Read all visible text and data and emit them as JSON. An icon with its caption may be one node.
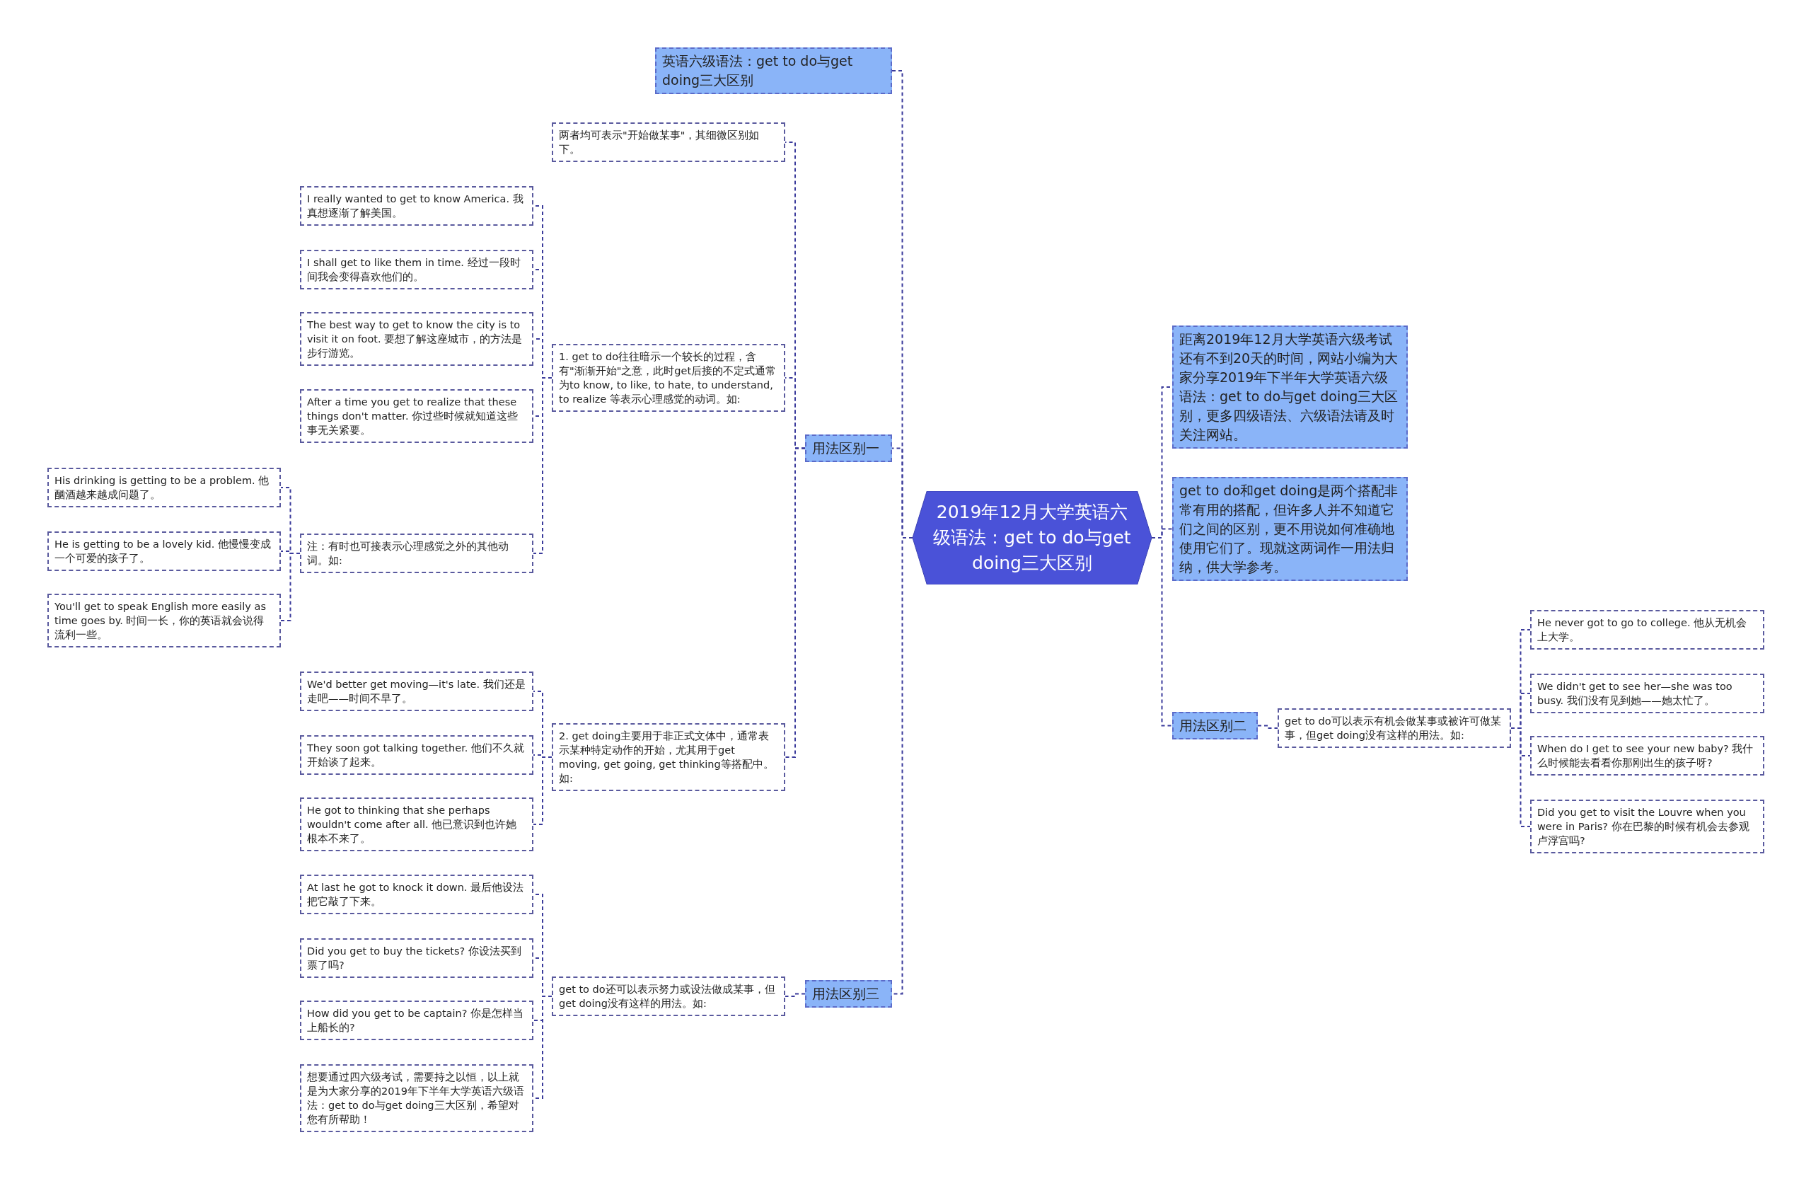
{
  "diagram": {
    "nodes": [
      {
        "text": [
          "2019年12月大学英语六级语法：get to do与get doing三大区别"
        ]
      },
      {
        "text": [
          "英语六级语法：get to do与get doing三大区别"
        ]
      },
      {
        "text": [
          "用法区别一"
        ]
      },
      {
        "text": [
          "两者均可表示\"开始做某事\"，其细微区别如下。"
        ]
      },
      {
        "text": [
          "1. get to do往往暗示一个较长的过程，含有\"渐渐开始\"之意，此时get后接的不定式通常为to know, to like, to hate, to understand, to realize 等表示心理感觉的动词。如:"
        ]
      },
      {
        "text": [
          "I really wanted to get to know America. 我真想逐渐了解美国。"
        ]
      },
      {
        "text": [
          "I shall get to like them in time. 经过一段时间我会变得喜欢他们的。"
        ]
      },
      {
        "text": [
          "The best way to get to know the city is to visit it on foot. 要想了解这座城市，的方法是步行游览。"
        ]
      },
      {
        "text": [
          "After a time you get to realize that these things don't matter. 你过些时候就知道这些事无关紧要。"
        ]
      },
      {
        "text": [
          "注：有时也可接表示心理感觉之外的其他动词。如:"
        ]
      },
      {
        "text": [
          "His drinking is getting to be a problem. 他酗酒越来越成问题了。"
        ]
      },
      {
        "text": [
          "He is getting to be a lovely kid. 他慢慢变成一个可爱的孩子了。"
        ]
      },
      {
        "text": [
          "You'll get to speak English more easily as time goes by. 时间一长，你的英语就会说得流利一些。"
        ]
      },
      {
        "text": [
          "2. get doing主要用于非正式文体中，通常表示某种特定动作的开始，尤其用于get moving, get going, get thinking等搭配中。如:"
        ]
      },
      {
        "text": [
          "We'd better get moving—it's late. 我们还是走吧——时间不早了。"
        ]
      },
      {
        "text": [
          "They soon got talking together. 他们不久就开始谈了起来。"
        ]
      },
      {
        "text": [
          "He got to thinking that she perhaps wouldn't come after all. 他已意识到也许她根本不来了。"
        ]
      },
      {
        "text": [
          "用法区别三"
        ]
      },
      {
        "text": [
          "get to do还可以表示努力或设法做成某事，但get doing没有这样的用法。如:"
        ]
      },
      {
        "text": [
          "At last he got to knock it down. 最后他设法把它敲了下来。"
        ]
      },
      {
        "text": [
          "Did you get to buy the tickets? 你设法买到票了吗?"
        ]
      },
      {
        "text": [
          "How did you get to be captain? 你是怎样当上船长的?"
        ]
      },
      {
        "text": [
          "想要通过四六级考试，需要持之以恒，以上就是为大家分享的2019年下半年大学英语六级语法：get to do与get doing三大区别，希望对您有所帮助！"
        ]
      },
      {
        "text": [
          "距离2019年12月大学英语六级考试还有不到20天的时间，网站小编为大家分享2019年下半年大学英语六级语法：get to do与get doing三大区别，更多四级语法、六级语法请及时关注网站。"
        ]
      },
      {
        "text": [
          "get to do和get doing是两个搭配非常有用的搭配，但许多人并不知道它们之间的区别，更不用说如何准确地使用它们了。现就这两词作一用法归纳，供大学参考。"
        ]
      },
      {
        "text": [
          "用法区别二"
        ]
      },
      {
        "text": [
          "get to do可以表示有机会做某事或被许可做某事，但get doing没有这样的用法。如:"
        ]
      },
      {
        "text": [
          "He never got to go to college. 他从无机会上大学。"
        ]
      },
      {
        "text": [
          "We didn't get to see her—she was too busy. 我们没有见到她——她太忙了。"
        ]
      },
      {
        "text": [
          "When do I get to see your new baby? 我什么时候能去看看你那刚出生的孩子呀?"
        ]
      },
      {
        "text": [
          "Did you get to visit the Louvre when you were in Paris? 你在巴黎的时候有机会去参观卢浮宫吗?"
        ]
      }
    ],
    "edges": [
      {
        "from": 0,
        "to": 1,
        "arrow": "none",
        "style": "dashed"
      },
      {
        "from": 0,
        "to": 2,
        "arrow": "none",
        "style": "dashed"
      },
      {
        "from": 0,
        "to": 17,
        "arrow": "none",
        "style": "dashed"
      },
      {
        "from": 0,
        "to": 23,
        "arrow": "none",
        "style": "dashed"
      },
      {
        "from": 0,
        "to": 24,
        "arrow": "none",
        "style": "dashed"
      },
      {
        "from": 0,
        "to": 25,
        "arrow": "none",
        "style": "dashed"
      },
      {
        "from": 2,
        "to": 3,
        "arrow": "none",
        "style": "dashed"
      },
      {
        "from": 2,
        "to": 4,
        "arrow": "none",
        "style": "dashed"
      },
      {
        "from": 2,
        "to": 13,
        "arrow": "none",
        "style": "dashed"
      },
      {
        "from": 4,
        "to": 5,
        "arrow": "none",
        "style": "dashed"
      },
      {
        "from": 4,
        "to": 6,
        "arrow": "none",
        "style": "dashed"
      },
      {
        "from": 4,
        "to": 7,
        "arrow": "none",
        "style": "dashed"
      },
      {
        "from": 4,
        "to": 8,
        "arrow": "none",
        "style": "dashed"
      },
      {
        "from": 4,
        "to": 9,
        "arrow": "none",
        "style": "dashed"
      },
      {
        "from": 9,
        "to": 10,
        "arrow": "none",
        "style": "dashed"
      },
      {
        "from": 9,
        "to": 11,
        "arrow": "none",
        "style": "dashed"
      },
      {
        "from": 9,
        "to": 12,
        "arrow": "none",
        "style": "dashed"
      },
      {
        "from": 13,
        "to": 14,
        "arrow": "none",
        "style": "dashed"
      },
      {
        "from": 13,
        "to": 15,
        "arrow": "none",
        "style": "dashed"
      },
      {
        "from": 13,
        "to": 16,
        "arrow": "none",
        "style": "dashed"
      },
      {
        "from": 17,
        "to": 18,
        "arrow": "none",
        "style": "dashed"
      },
      {
        "from": 18,
        "to": 19,
        "arrow": "none",
        "style": "dashed"
      },
      {
        "from": 18,
        "to": 20,
        "arrow": "none",
        "style": "dashed"
      },
      {
        "from": 18,
        "to": 21,
        "arrow": "none",
        "style": "dashed"
      },
      {
        "from": 18,
        "to": 22,
        "arrow": "none",
        "style": "dashed"
      },
      {
        "from": 25,
        "to": 26,
        "arrow": "none",
        "style": "dashed"
      },
      {
        "from": 26,
        "to": 27,
        "arrow": "none",
        "style": "dashed"
      },
      {
        "from": 26,
        "to": 28,
        "arrow": "none",
        "style": "dashed"
      },
      {
        "from": 26,
        "to": 29,
        "arrow": "none",
        "style": "dashed"
      },
      {
        "from": 26,
        "to": 30,
        "arrow": "none",
        "style": "dashed"
      }
    ]
  }
}
